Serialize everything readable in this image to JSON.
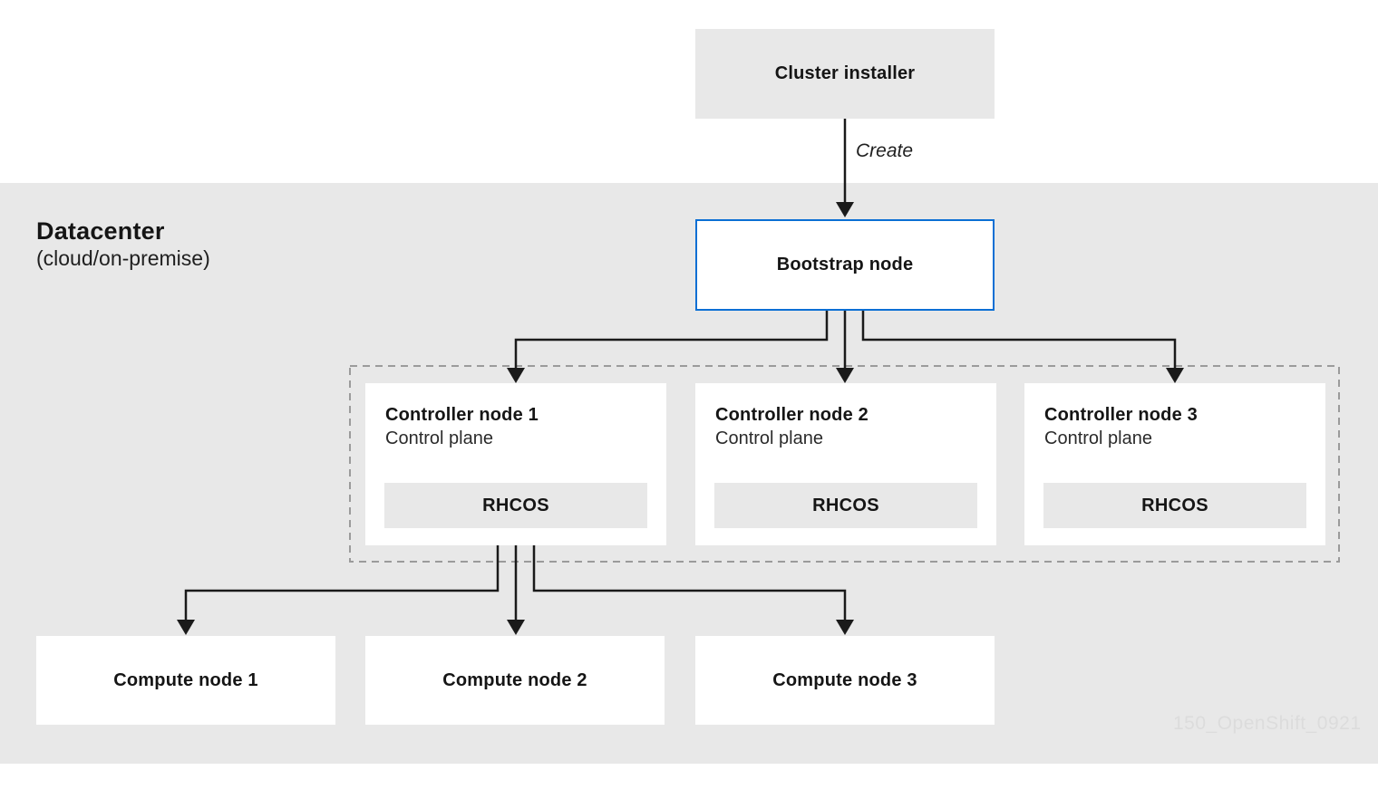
{
  "diagram": {
    "datacenter": {
      "title": "Datacenter",
      "subtitle": "(cloud/on-premise)"
    },
    "installer": {
      "label": "Cluster installer"
    },
    "bootstrap": {
      "label": "Bootstrap node"
    },
    "create_label": "Create",
    "controllers": [
      {
        "title": "Controller node 1",
        "subtitle": "Control plane",
        "os_label": "RHCOS"
      },
      {
        "title": "Controller node 2",
        "subtitle": "Control plane",
        "os_label": "RHCOS"
      },
      {
        "title": "Controller node 3",
        "subtitle": "Control plane",
        "os_label": "RHCOS"
      }
    ],
    "compute_nodes": [
      {
        "label": "Compute node 1"
      },
      {
        "label": "Compute node 2"
      },
      {
        "label": "Compute node 3"
      }
    ],
    "watermark": "150_OpenShift_0921",
    "colors": {
      "band_gray": "#e8e8e8",
      "box_gray": "#e8e8e8",
      "node_white": "#ffffff",
      "bootstrap_border_blue": "#0b6fd4",
      "connector_dark": "#1a1a1a",
      "dashed_border_gray": "#9b9b9b",
      "text_dark": "#151515",
      "watermark_gray": "#dcdcdc"
    }
  }
}
